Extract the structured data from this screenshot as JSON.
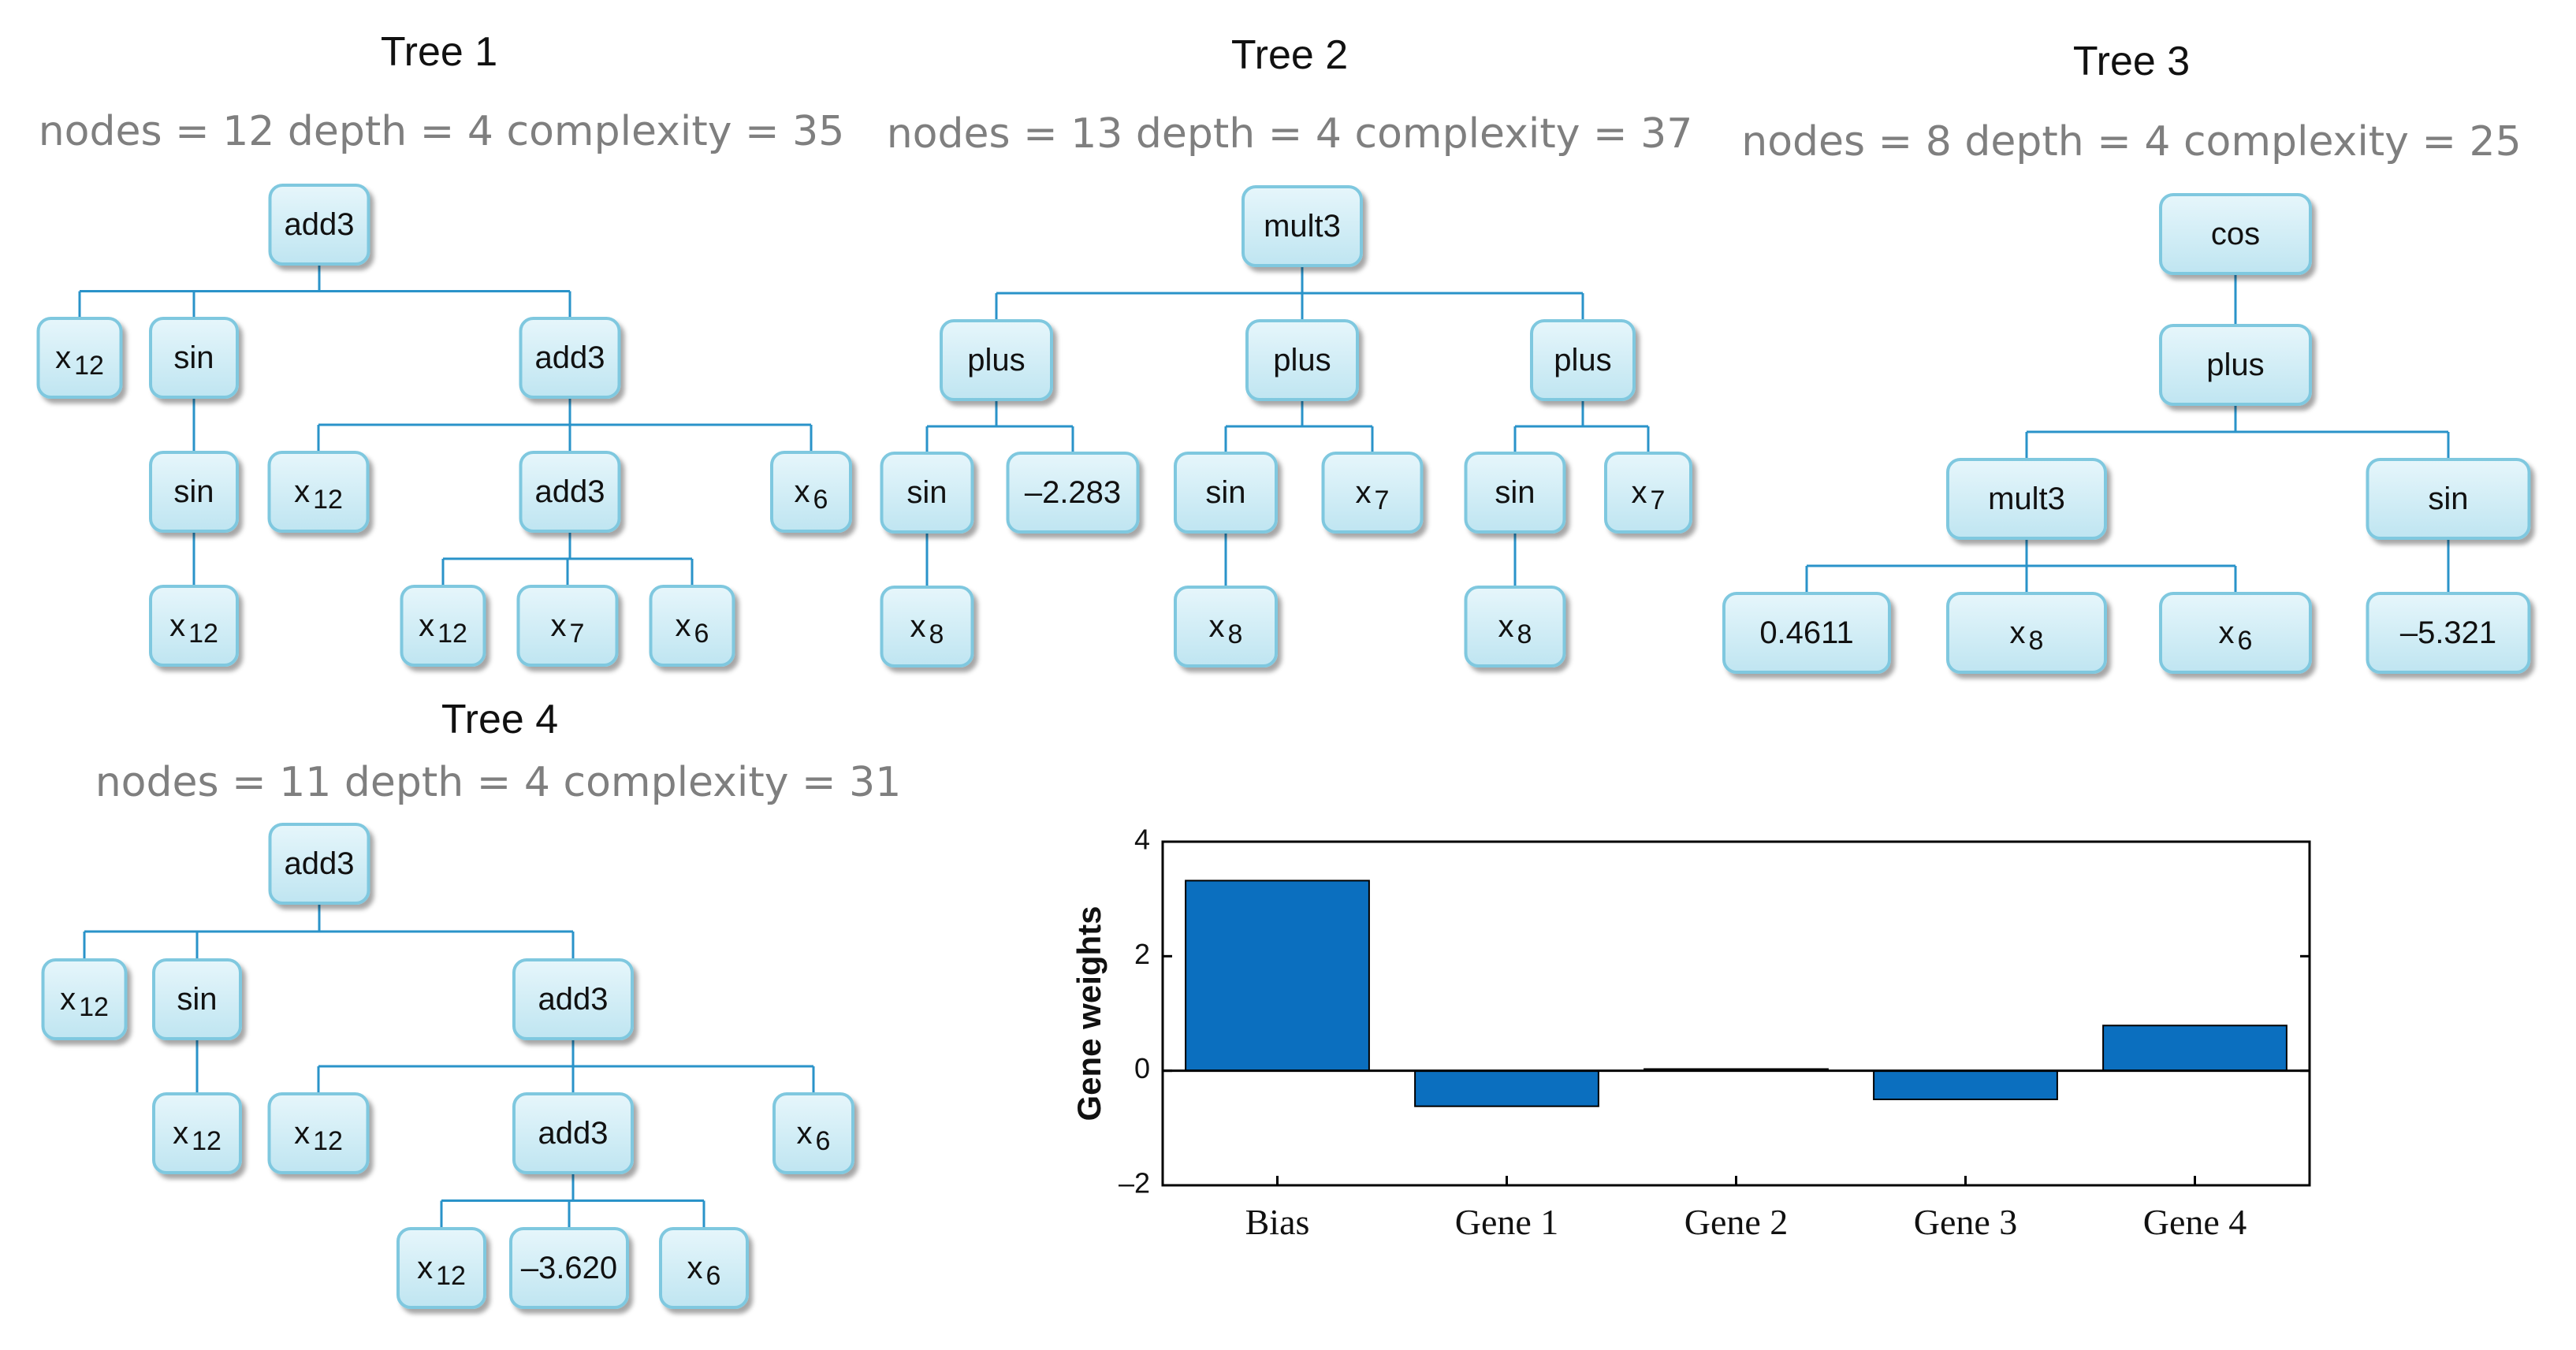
{
  "trees": [
    {
      "title": "Tree 1",
      "stats": "nodes = 12 depth = 4 complexity = 35",
      "nodes": [
        {
          "label": "add3",
          "sub": ""
        },
        {
          "label": "x",
          "sub": "12"
        },
        {
          "label": "sin",
          "sub": ""
        },
        {
          "label": "add3",
          "sub": ""
        },
        {
          "label": "sin",
          "sub": ""
        },
        {
          "label": "x",
          "sub": "12"
        },
        {
          "label": "add3",
          "sub": ""
        },
        {
          "label": "x",
          "sub": "6"
        },
        {
          "label": "x",
          "sub": "12"
        },
        {
          "label": "x",
          "sub": "12"
        },
        {
          "label": "x",
          "sub": "7"
        },
        {
          "label": "x",
          "sub": "6"
        }
      ]
    },
    {
      "title": "Tree 2",
      "stats": "nodes = 13 depth = 4 complexity = 37",
      "nodes": [
        {
          "label": "mult3",
          "sub": ""
        },
        {
          "label": "plus",
          "sub": ""
        },
        {
          "label": "plus",
          "sub": ""
        },
        {
          "label": "plus",
          "sub": ""
        },
        {
          "label": "sin",
          "sub": ""
        },
        {
          "label": "–2.283",
          "sub": ""
        },
        {
          "label": "sin",
          "sub": ""
        },
        {
          "label": "x",
          "sub": "7"
        },
        {
          "label": "sin",
          "sub": ""
        },
        {
          "label": "x",
          "sub": "7"
        },
        {
          "label": "x",
          "sub": "8"
        },
        {
          "label": "x",
          "sub": "8"
        },
        {
          "label": "x",
          "sub": "8"
        }
      ]
    },
    {
      "title": "Tree 3",
      "stats": "nodes = 8 depth = 4 complexity = 25",
      "nodes": [
        {
          "label": "cos",
          "sub": ""
        },
        {
          "label": "plus",
          "sub": ""
        },
        {
          "label": "mult3",
          "sub": ""
        },
        {
          "label": "sin",
          "sub": ""
        },
        {
          "label": "0.4611",
          "sub": ""
        },
        {
          "label": "x",
          "sub": "8"
        },
        {
          "label": "x",
          "sub": "6"
        },
        {
          "label": "–5.321",
          "sub": ""
        }
      ]
    },
    {
      "title": "Tree 4",
      "stats": "nodes = 11 depth = 4 complexity = 31",
      "nodes": [
        {
          "label": "add3",
          "sub": ""
        },
        {
          "label": "x",
          "sub": "12"
        },
        {
          "label": "sin",
          "sub": ""
        },
        {
          "label": "add3",
          "sub": ""
        },
        {
          "label": "x",
          "sub": "12"
        },
        {
          "label": "x",
          "sub": "12"
        },
        {
          "label": "add3",
          "sub": ""
        },
        {
          "label": "x",
          "sub": "6"
        },
        {
          "label": "x",
          "sub": "12"
        },
        {
          "label": "–3.620",
          "sub": ""
        },
        {
          "label": "x",
          "sub": "6"
        }
      ]
    }
  ],
  "colors": {
    "node_fill_top": "#e6f6fb",
    "node_fill_bottom": "#bfe5f1",
    "node_border": "#7fc8df",
    "edge": "#2a93c9",
    "bar": "#0b6fbf"
  },
  "chart_data": {
    "type": "bar",
    "categories": [
      "Bias",
      "Gene 1",
      "Gene 2",
      "Gene 3",
      "Gene 4"
    ],
    "values": [
      3.32,
      -0.62,
      0.03,
      -0.5,
      0.79
    ],
    "ylabel": "Gene weights",
    "ylim": [
      -2,
      4
    ],
    "yticks": [
      -2,
      0,
      2,
      4
    ],
    "ytick_labels": [
      "–2",
      "0",
      "2",
      "4"
    ],
    "grid": false
  }
}
